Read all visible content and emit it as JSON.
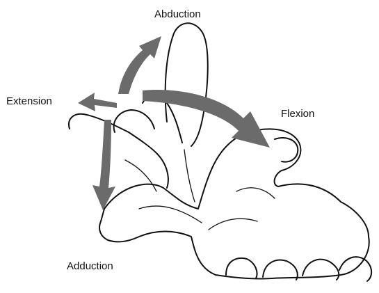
{
  "labels": {
    "abduction_top": "Abduction",
    "extension": "Extension",
    "flexion": "Flexion",
    "adduction": "Adduction"
  },
  "colors": {
    "arrow": "#6b6b6b",
    "outline": "#111111",
    "background": "#ffffff"
  }
}
